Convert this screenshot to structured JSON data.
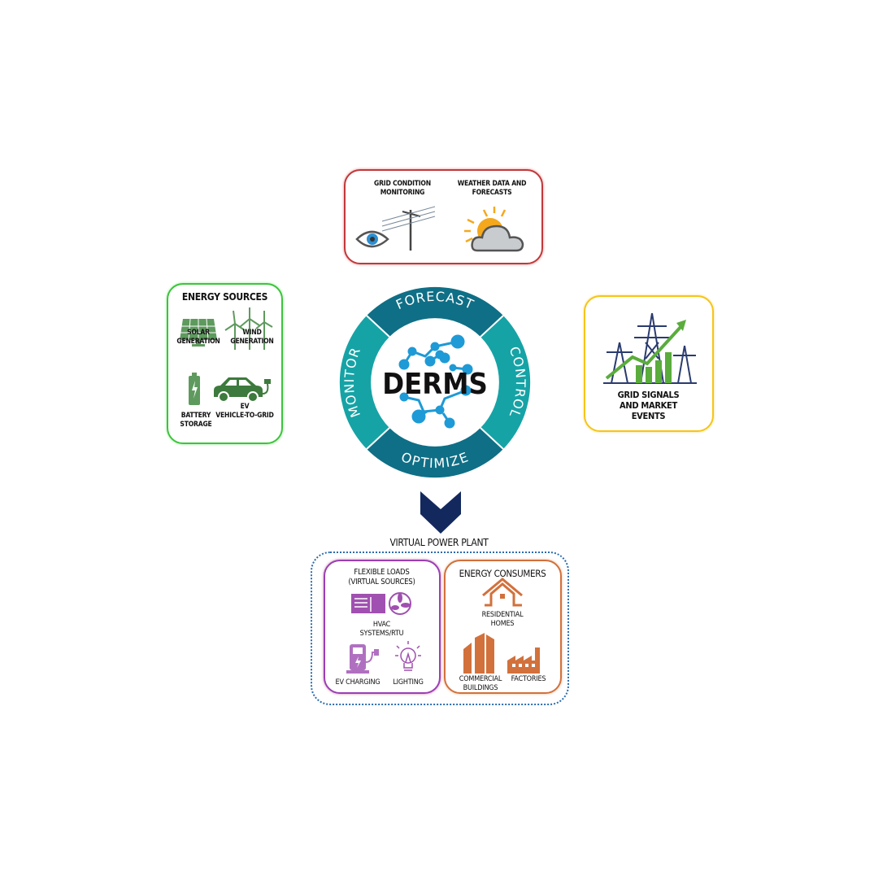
{
  "top_box": {
    "items": [
      {
        "label": "GRID CONDITION MONITORING",
        "line1": "GRID CONDITION",
        "line2": "MONITORING",
        "icon": "eye-power-pole-icon"
      },
      {
        "label": "WEATHER DATA AND FORECASTS",
        "line1": "WEATHER DATA AND",
        "line2": "FORECASTS",
        "icon": "sun-cloud-icon"
      }
    ],
    "border_color": "#c0393b"
  },
  "energy_sources": {
    "title": "ENERGY SOURCES",
    "border_color": "#3cc43c",
    "items": [
      {
        "line1": "SOLAR",
        "line2": "GENERATION",
        "icon": "solar-panel-icon"
      },
      {
        "line1": "WIND",
        "line2": "GENERATION",
        "icon": "wind-turbine-icon"
      },
      {
        "line1": "BATTERY",
        "line2": "STORAGE",
        "icon": "battery-icon"
      },
      {
        "line1": "EV",
        "line2": "VEHICLE-TO-GRID",
        "icon": "electric-car-icon"
      }
    ]
  },
  "grid_signals": {
    "line1": "GRID SIGNALS",
    "line2": "AND MARKET",
    "line3": "EVENTS",
    "icon": "transmission-tower-chart-icon",
    "border_color": "#f5c518"
  },
  "cycle": {
    "center": "DERMS",
    "steps": [
      "FORECAST",
      "CONTROL",
      "OPTIMIZE",
      "MONITOR"
    ],
    "colors": {
      "dark": "#0f6f86",
      "light": "#16a3a6"
    }
  },
  "vpp": {
    "title": "VIRTUAL POWER PLANT",
    "flexible_loads": {
      "line1": "FLEXIBLE LOADS",
      "line2": "(VIRTUAL SOURCES)",
      "hvac_line1": "HVAC",
      "hvac_line2": "SYSTEMS/RTU",
      "ev_charging": "EV CHARGING",
      "lighting": "LIGHTING",
      "color": "#a050b0"
    },
    "energy_consumers": {
      "title": "ENERGY CONSUMERS",
      "residential_line1": "RESIDENTIAL",
      "residential_line2": "HOMES",
      "commercial_line1": "COMMERCIAL",
      "commercial_line2": "BUILDINGS",
      "factories": "FACTORIES",
      "color": "#d2713c"
    }
  }
}
